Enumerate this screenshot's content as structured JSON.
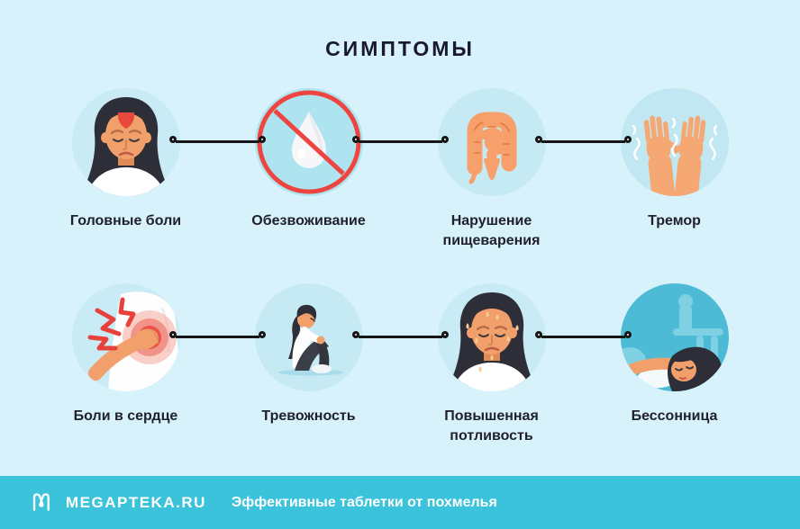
{
  "page": {
    "title": "СИМПТОМЫ"
  },
  "symptoms": {
    "rows": [
      {
        "items": [
          {
            "label": "Головные боли",
            "icon": "headache-woman-illustration"
          },
          {
            "label": "Обезвоживание",
            "icon": "no-water-drop-illustration"
          },
          {
            "label": "Нарушение пищеварения",
            "icon": "intestines-illustration"
          },
          {
            "label": "Тремор",
            "icon": "trembling-hands-illustration"
          }
        ]
      },
      {
        "items": [
          {
            "label": "Боли в сердце",
            "icon": "chest-pain-illustration"
          },
          {
            "label": "Тревожность",
            "icon": "anxious-person-illustration"
          },
          {
            "label": "Повышенная потливость",
            "icon": "sweating-woman-illustration"
          },
          {
            "label": "Бессонница",
            "icon": "insomnia-illustration"
          }
        ]
      }
    ]
  },
  "footer": {
    "brand": "MEGAPTEKA.RU",
    "tagline": "Эффективные таблетки от похмелья",
    "logo": "megapteka-m-logo-icon"
  },
  "colors": {
    "background": "#d8f2fb",
    "bubble": "#c9ebf5",
    "bubble_saturated": "#ade4f0",
    "bubble_teal": "#4dbad6",
    "alert_red": "#e8453c",
    "skin_orange": "#f2a06b",
    "organ_orange": "#f7a06c",
    "footer_teal": "#3ac3db",
    "text_dark": "#20202f",
    "connector_black": "#161616"
  }
}
